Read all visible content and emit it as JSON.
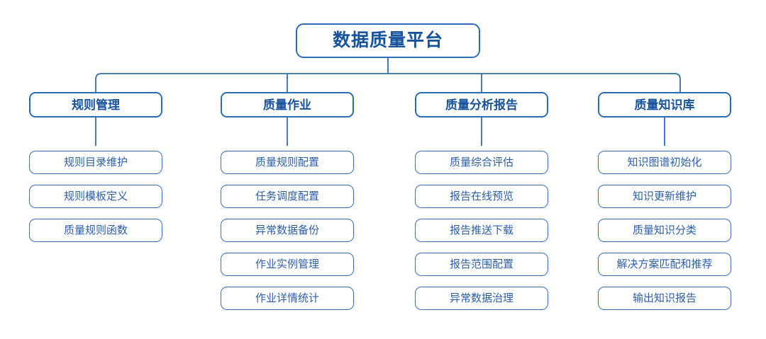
{
  "diagram": {
    "type": "org-chart",
    "orientation": "top-down",
    "colors": {
      "border": "#2e6cb8",
      "leaf_border": "#3a72bb",
      "root_text": "#17539c",
      "category_text": "#17539c",
      "leaf_text": "#2a5fae",
      "background": "#ffffff"
    },
    "root": {
      "label": "数据质量平台"
    },
    "columns": [
      {
        "category": "规则管理",
        "items": [
          "规则目录维护",
          "规则模板定义",
          "质量规则函数"
        ]
      },
      {
        "category": "质量作业",
        "items": [
          "质量规则配置",
          "任务调度配置",
          "异常数据备份",
          "作业实例管理",
          "作业详情统计"
        ]
      },
      {
        "category": "质量分析报告",
        "items": [
          "质量综合评估",
          "报告在线预览",
          "报告推送下载",
          "报告范围配置",
          "异常数据治理"
        ]
      },
      {
        "category": "质量知识库",
        "items": [
          "知识图谱初始化",
          "知识更新维护",
          "质量知识分类",
          "解决方案匹配和推荐",
          "输出知识报告"
        ]
      }
    ]
  }
}
